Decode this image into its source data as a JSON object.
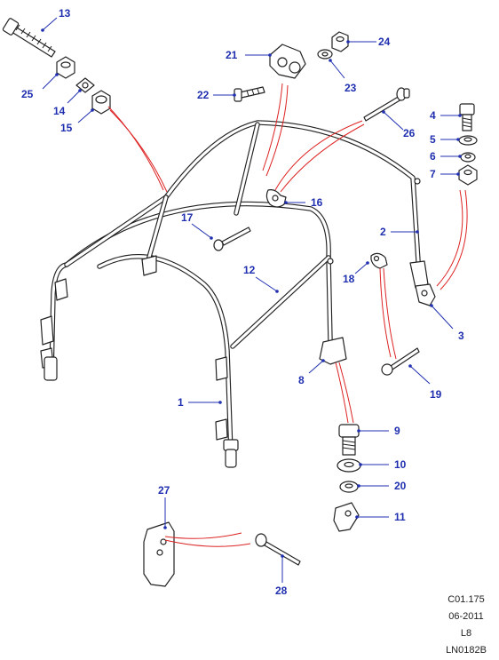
{
  "callouts": [
    "1",
    "2",
    "3",
    "4",
    "5",
    "6",
    "7",
    "8",
    "9",
    "10",
    "11",
    "12",
    "13",
    "14",
    "15",
    "16",
    "17",
    "18",
    "19",
    "20",
    "21",
    "22",
    "23",
    "24",
    "25",
    "26",
    "27",
    "28"
  ],
  "reference": {
    "code": "C01.175",
    "date": "06-2011",
    "section": "L8",
    "drawing": "LN0182B"
  },
  "colors": {
    "callout": "#1f2fb0",
    "leader_red": "#d22222",
    "line": "#222222"
  }
}
